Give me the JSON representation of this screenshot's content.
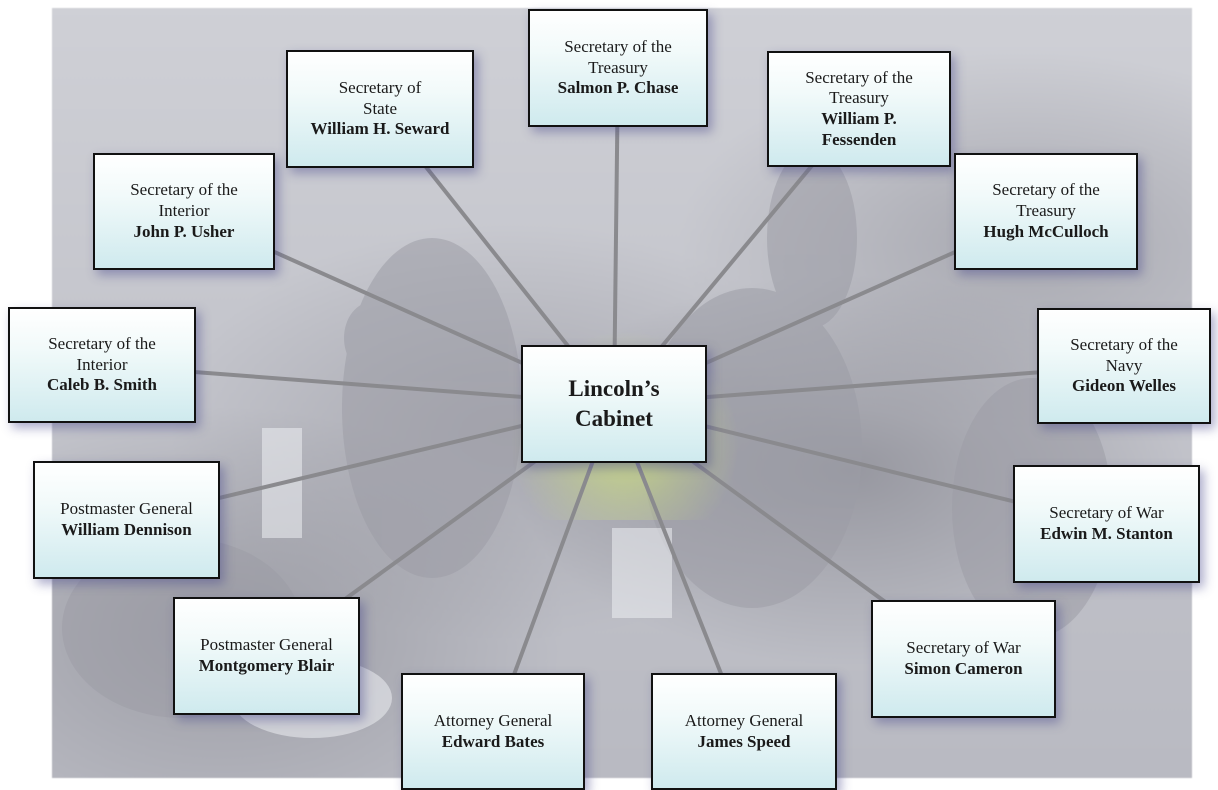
{
  "center": {
    "title_line1": "Lincoln’s",
    "title_line2": "Cabinet"
  },
  "members": {
    "state_seward": {
      "role_line1": "Secretary of",
      "role_line2": "State",
      "name": "William H. Seward"
    },
    "treasury_chase": {
      "role_line1": "Secretary of the",
      "role_line2": "Treasury",
      "name": "Salmon P. Chase"
    },
    "treasury_fessenden": {
      "role_line1": "Secretary of the",
      "role_line2": "Treasury",
      "name_line1": "William P.",
      "name_line2": "Fessenden"
    },
    "treasury_mcculloch": {
      "role_line1": "Secretary of the",
      "role_line2": "Treasury",
      "name": "Hugh McCulloch"
    },
    "interior_usher": {
      "role_line1": "Secretary of the",
      "role_line2": "Interior",
      "name": "John P. Usher"
    },
    "interior_smith": {
      "role_line1": "Secretary of the",
      "role_line2": "Interior",
      "name": "Caleb B. Smith"
    },
    "navy_welles": {
      "role_line1": "Secretary of the",
      "role_line2": "Navy",
      "name": "Gideon Welles"
    },
    "postmaster_dennison": {
      "role": "Postmaster General",
      "name": "William Dennison"
    },
    "war_stanton": {
      "role": "Secretary of War",
      "name": "Edwin M. Stanton"
    },
    "postmaster_blair": {
      "role": "Postmaster General",
      "name": "Montgomery Blair"
    },
    "war_cameron": {
      "role": "Secretary of War",
      "name": "Simon Cameron"
    },
    "attorney_bates": {
      "role": "Attorney General",
      "name": "Edward Bates"
    },
    "attorney_speed": {
      "role": "Attorney General",
      "name": "James Speed"
    }
  },
  "colors": {
    "connector": "#8a8a8e",
    "box_fill_top": "#ffffff",
    "box_fill_bottom": "#cfeaee",
    "center_glow": "#d2e678",
    "box_shadow": "#4646a0"
  }
}
